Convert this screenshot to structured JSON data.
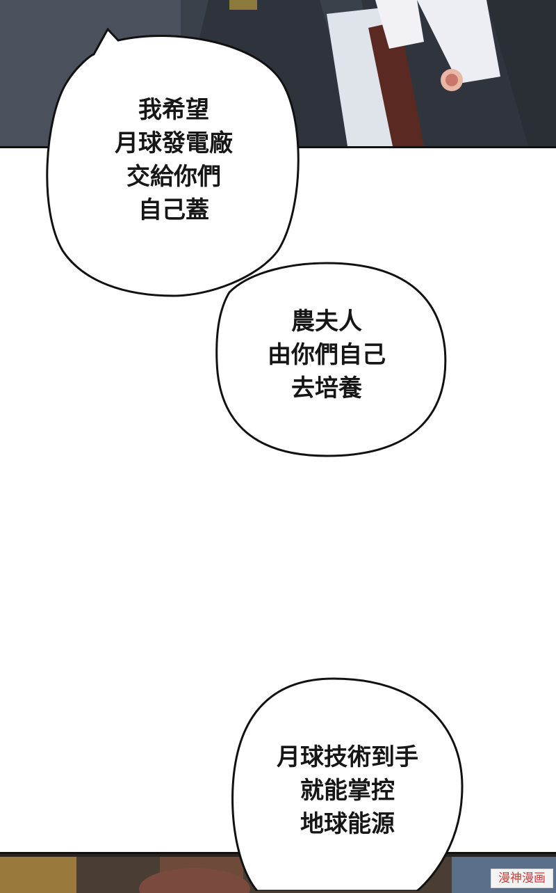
{
  "bubbles": [
    {
      "lines": [
        "我希望",
        "月球發電廠",
        "交給你們",
        "自己蓋"
      ]
    },
    {
      "lines": [
        "農夫人",
        "由你們自己",
        "去培養"
      ]
    },
    {
      "lines": [
        "月球技術到手",
        "就能掌控",
        "地球能源"
      ]
    }
  ],
  "watermark": "漫神漫画",
  "colors": {
    "panel_dark": "#3a4049",
    "suit": "#2f343c",
    "tie": "#5a2a22",
    "bubble_stroke": "#111111"
  }
}
